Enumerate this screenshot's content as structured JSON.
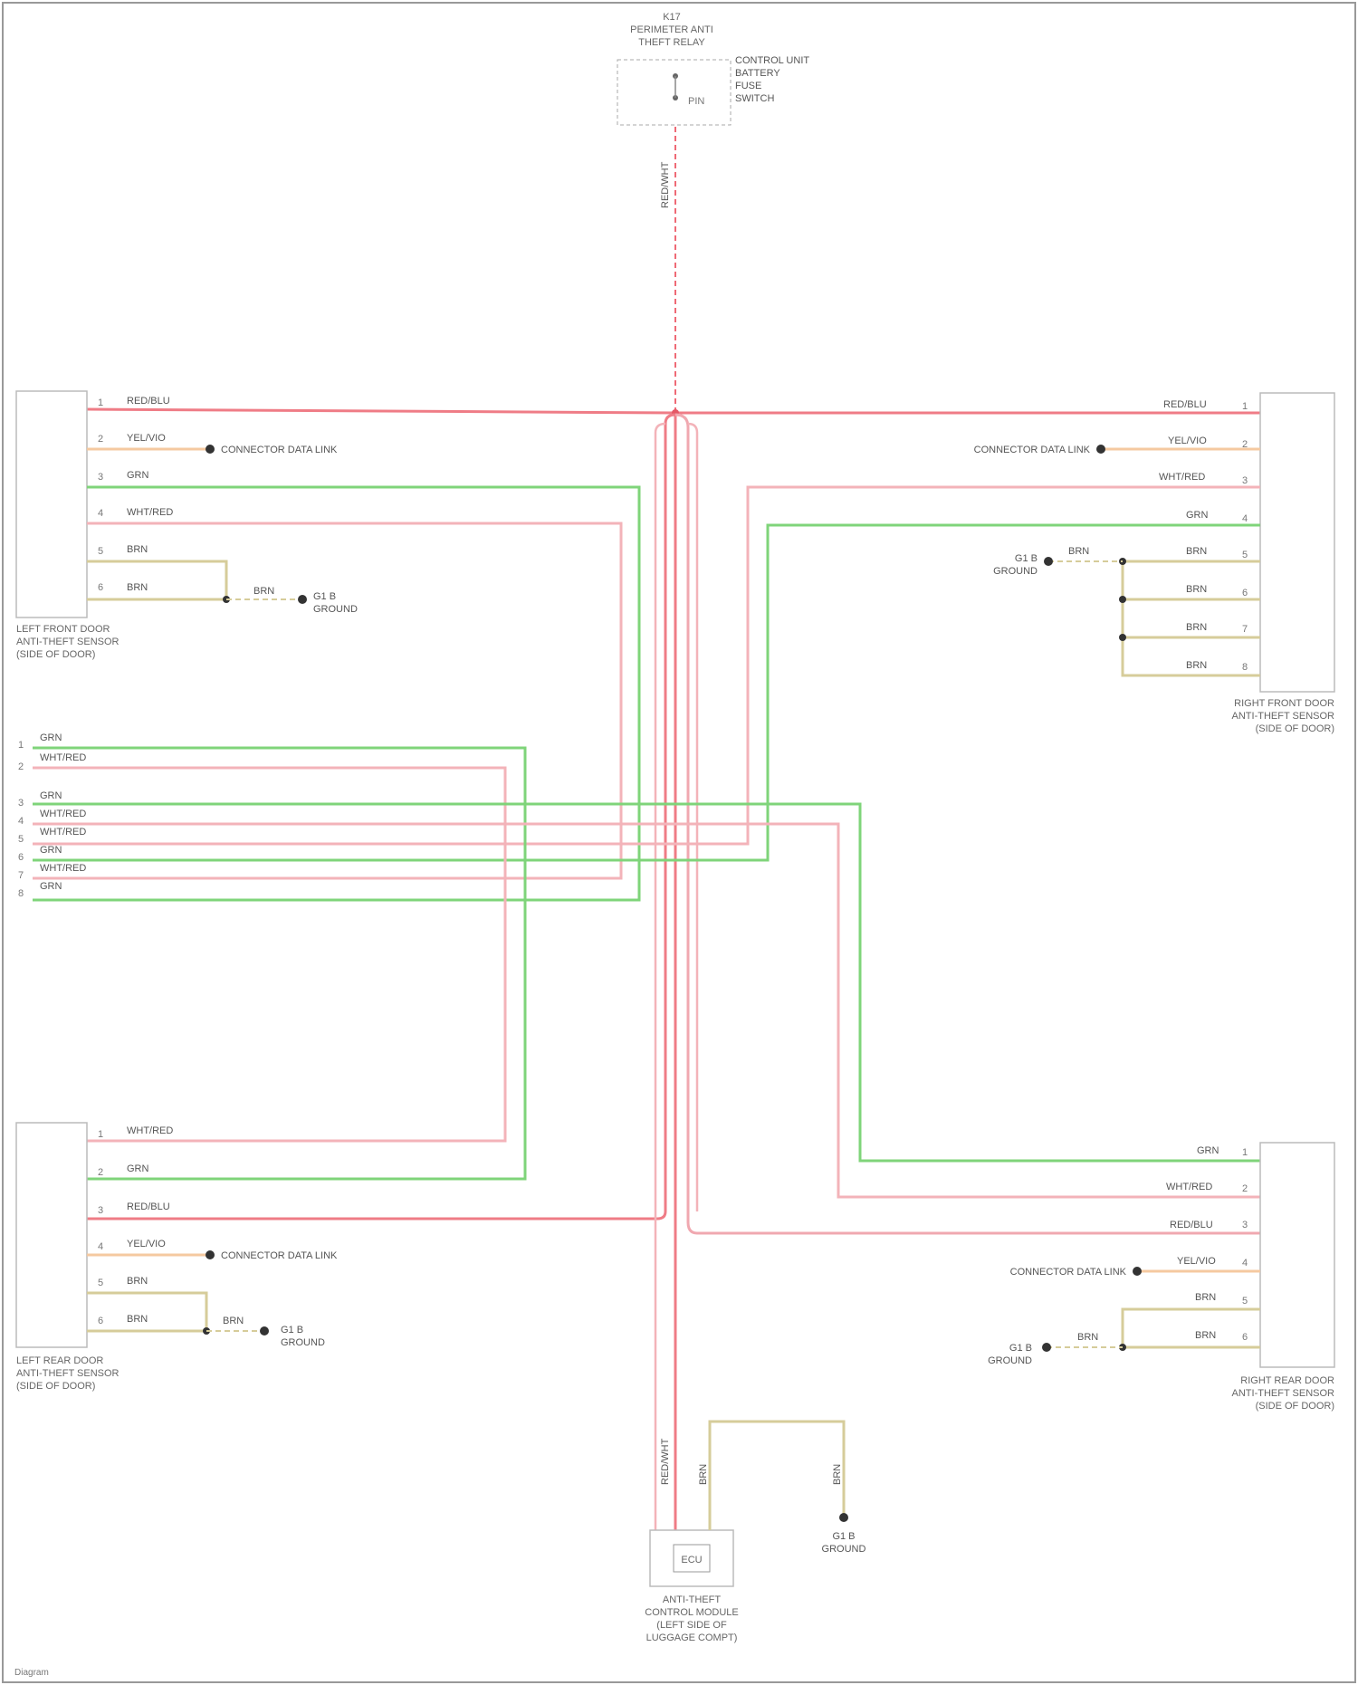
{
  "diagram": {
    "relay": {
      "title_lines": [
        "K17",
        "PERIMETER ANTI",
        "THEFT RELAY"
      ],
      "note_lines": [
        "CONTROL UNIT",
        "BATTERY",
        "FUSE",
        "SWITCH"
      ],
      "pin_label": "PIN",
      "wire": "RED/WHT"
    },
    "modules": {
      "lf": {
        "caption": [
          "LEFT FRONT DOOR",
          "ANTI-THEFT SENSOR",
          "(SIDE OF DOOR)"
        ],
        "wires": [
          "RED/BLU",
          "YEL/VIO",
          "GRN",
          "WHT/RED",
          "BRN",
          "BRN"
        ],
        "pins": [
          "1",
          "2",
          "3",
          "4",
          "5",
          "6"
        ],
        "ground": [
          "G1 B",
          "GROUND"
        ],
        "ground_wire": "BRN",
        "data_link": "CONNECTOR DATA LINK"
      },
      "rf": {
        "caption": [
          "RIGHT FRONT DOOR",
          "ANTI-THEFT SENSOR",
          "(SIDE OF DOOR)"
        ],
        "wires": [
          "RED/BLU",
          "YEL/VIO",
          "WHT/RED",
          "GRN",
          "BRN",
          "BRN",
          "BRN",
          "BRN"
        ],
        "pins": [
          "1",
          "2",
          "3",
          "4",
          "5",
          "6",
          "7",
          "8"
        ],
        "ground": [
          "G1 B",
          "GROUND"
        ],
        "ground_wire": "BRN",
        "data_link": "CONNECTOR DATA LINK"
      },
      "lr": {
        "caption": [
          "LEFT REAR DOOR",
          "ANTI-THEFT SENSOR",
          "(SIDE OF DOOR)"
        ],
        "wires": [
          "WHT/RED",
          "GRN",
          "RED/BLU",
          "YEL/VIO",
          "BRN",
          "BRN"
        ],
        "pins": [
          "1",
          "2",
          "3",
          "4",
          "5",
          "6"
        ],
        "ground": [
          "G1 B",
          "GROUND"
        ],
        "ground_wire": "BRN",
        "data_link": "CONNECTOR DATA LINK"
      },
      "rr": {
        "caption": [
          "RIGHT REAR DOOR",
          "ANTI-THEFT SENSOR",
          "(SIDE OF DOOR)"
        ],
        "wires": [
          "GRN",
          "WHT/RED",
          "RED/BLU",
          "YEL/VIO",
          "BRN",
          "BRN"
        ],
        "pins": [
          "1",
          "2",
          "3",
          "4",
          "5",
          "6"
        ],
        "ground": [
          "G1 B",
          "GROUND"
        ],
        "ground_wire": "BRN",
        "data_link": "CONNECTOR DATA LINK"
      }
    },
    "connector": {
      "pins": [
        "1",
        "2",
        "3",
        "4",
        "5",
        "6",
        "7",
        "8"
      ],
      "wires": [
        "GRN",
        "WHT/RED",
        "GRN",
        "WHT/RED",
        "WHT/RED",
        "GRN",
        "WHT/RED",
        "GRN"
      ]
    },
    "bottom": {
      "module_label": "ECU",
      "caption": [
        "ANTI-THEFT",
        "CONTROL MODULE",
        "(LEFT SIDE OF",
        "LUGGAGE COMPT)"
      ],
      "wire_red": "RED/WHT",
      "wire_brn1": "BRN",
      "wire_brn2": "BRN",
      "ground": [
        "G1 B",
        "GROUND"
      ]
    },
    "footer": "Diagram"
  }
}
